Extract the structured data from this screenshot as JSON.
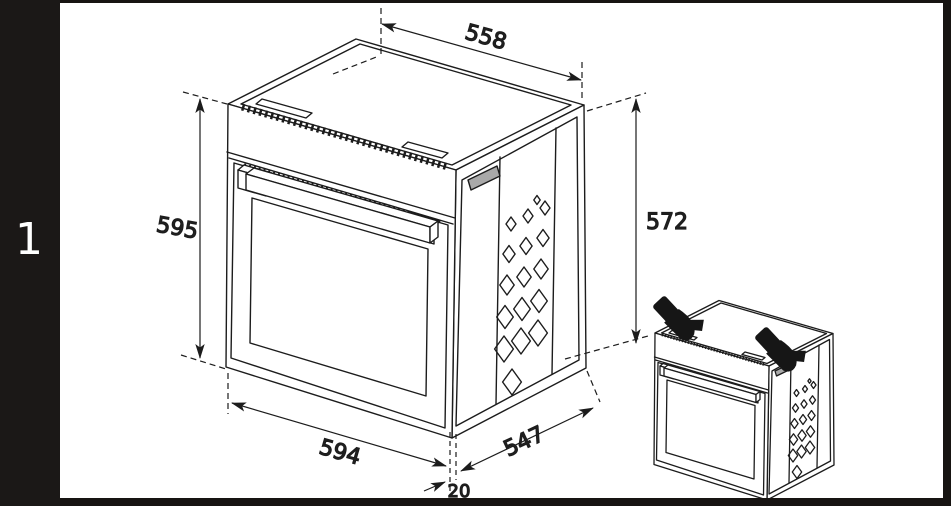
{
  "sidebar": {
    "step_label": "1"
  },
  "diagram": {
    "dimensions": {
      "top_width": "558",
      "carcass_height": "572",
      "front_height": "595",
      "front_width": "594",
      "side_depth": "547",
      "door_offset": "20"
    },
    "icons": {
      "glove": "oven-glove-icon"
    },
    "colors": {
      "frame": "#1b1817",
      "background": "#ffffff",
      "line": "#1c1c1c",
      "accent_gray": "#a9a9a9"
    }
  }
}
